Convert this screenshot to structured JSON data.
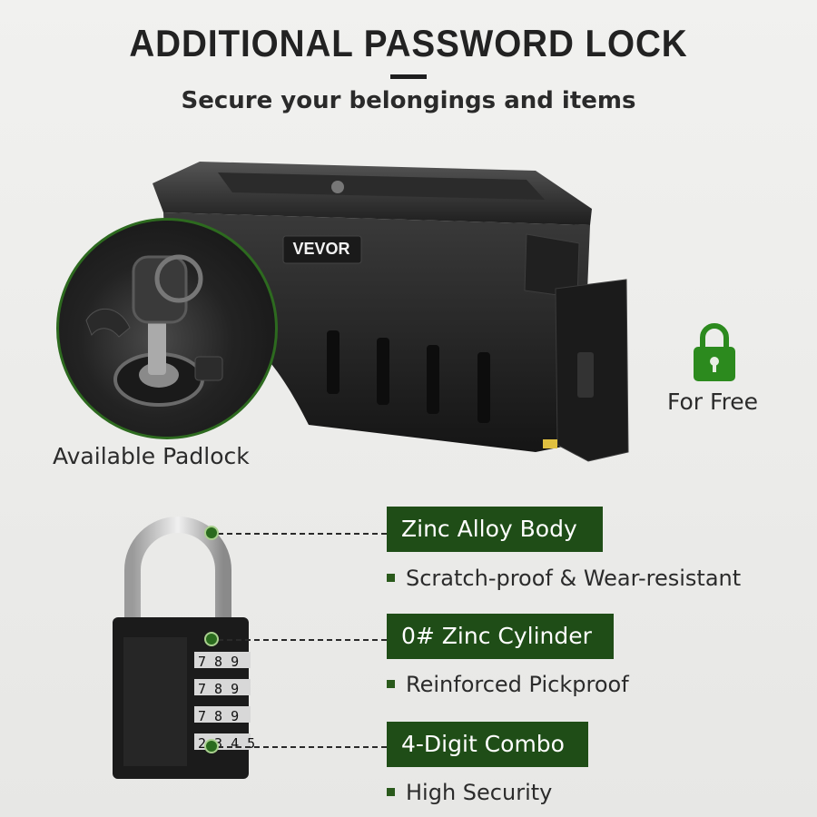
{
  "heading": {
    "title": "ADDITIONAL PASSWORD LOCK",
    "subtitle": "Secure your belongings and items"
  },
  "product": {
    "brand": "VEVOR"
  },
  "captions": {
    "padlock": "Available Padlock",
    "free": "For Free"
  },
  "padlock": {
    "dial_rows": [
      "7 8 9",
      "7 8 9",
      "7 8 9",
      "2 3 4 5"
    ]
  },
  "features": [
    {
      "label": "Zinc Alloy Body",
      "detail": "Scratch-proof & Wear-resistant"
    },
    {
      "label": "0# Zinc Cylinder",
      "detail": "Reinforced Pickproof"
    },
    {
      "label": "4-Digit Combo",
      "detail": "High Security"
    }
  ],
  "icons": {
    "free_lock": "padlock-icon",
    "bullet": "square-bullet-icon"
  },
  "colors": {
    "accent_green": "#1f4d17",
    "dot_green": "#2a6b1e",
    "text": "#2b2b2b"
  }
}
